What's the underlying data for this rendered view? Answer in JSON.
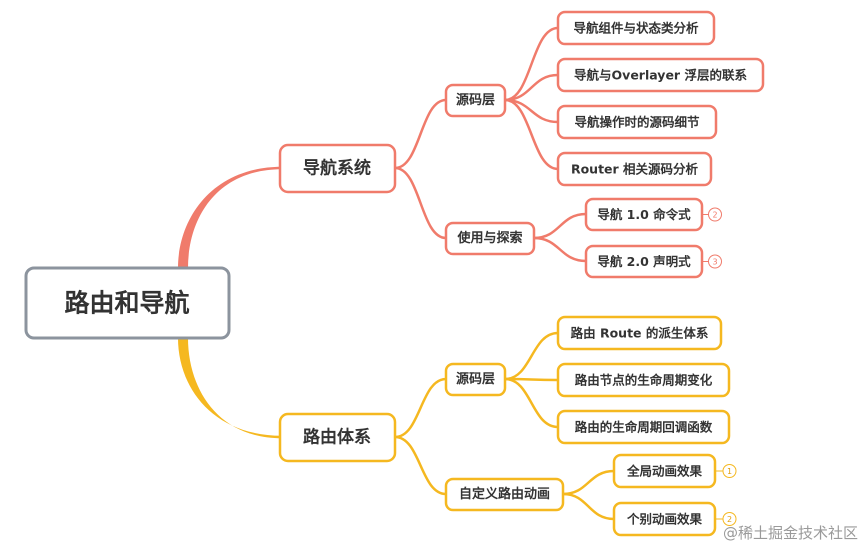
{
  "mindmap": {
    "root": "路由和导航",
    "branches": [
      {
        "label": "导航系统",
        "color": "#f07b6b",
        "groups": [
          {
            "label": "源码层",
            "children": [
              {
                "label": "导航组件与状态类分析"
              },
              {
                "label": "导航与Overlayer 浮层的联系"
              },
              {
                "label": "导航操作时的源码细节"
              },
              {
                "label": "Router 相关源码分析"
              }
            ]
          },
          {
            "label": "使用与探索",
            "children": [
              {
                "label": "导航 1.0 命令式",
                "badge": "2"
              },
              {
                "label": "导航 2.0 声明式",
                "badge": "3"
              }
            ]
          }
        ]
      },
      {
        "label": "路由体系",
        "color": "#f5b820",
        "groups": [
          {
            "label": "源码层",
            "children": [
              {
                "label": "路由 Route 的派生体系"
              },
              {
                "label": "路由节点的生命周期变化"
              },
              {
                "label": "路由的生命周期回调函数"
              }
            ]
          },
          {
            "label": "自定义路由动画",
            "children": [
              {
                "label": "全局动画效果",
                "badge": "1"
              },
              {
                "label": "个别动画效果",
                "badge": "2"
              }
            ]
          }
        ]
      }
    ]
  },
  "watermark": "@稀土掘金技术社区",
  "colors": {
    "root_border": "#8c949e",
    "text": "#333333"
  }
}
